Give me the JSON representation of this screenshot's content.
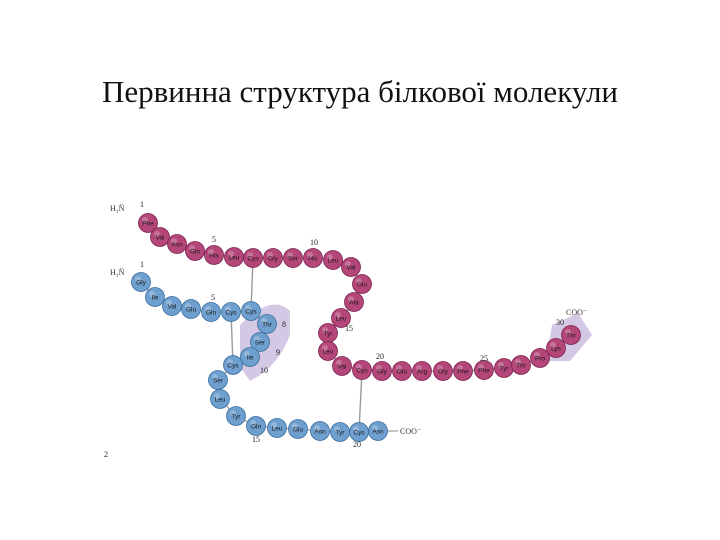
{
  "title": "Первинна структура білкової молекули",
  "colors": {
    "chain_b": "#b5467a",
    "chain_b_stroke": "#7a2350",
    "chain_a": "#6e9fce",
    "chain_a_stroke": "#3a6e9e",
    "bond": "#9a9a9a",
    "highlight": "#cbbfe0"
  },
  "chain_b": {
    "n_terminus": "H₃N̈",
    "c_terminus": "COO⁻",
    "residues": [
      "Phe",
      "Val",
      "Asn",
      "Gln",
      "His",
      "Leu",
      "Cys",
      "Gly",
      "Ser",
      "His",
      "Leu",
      "Val",
      "Glu",
      "Ala",
      "Leu",
      "Tyr",
      "Leu",
      "Val",
      "Cys",
      "Gly",
      "Glu",
      "Arg",
      "Gly",
      "Phe",
      "Phe",
      "Tyr",
      "Thr",
      "Pro",
      "Lys",
      "Thr"
    ],
    "position_numbers": [
      "1",
      "5",
      "10",
      "15",
      "20",
      "25",
      "30"
    ]
  },
  "chain_a": {
    "n_terminus": "H₃N̈",
    "c_terminus": "COO⁻",
    "residues": [
      "Gly",
      "Ile",
      "Val",
      "Glu",
      "Gln",
      "Cys",
      "Cys",
      "Thr",
      "Ser",
      "Ile",
      "Cys",
      "Ser",
      "Leu",
      "Tyr",
      "Gln",
      "Leu",
      "Glu",
      "Asn",
      "Tyr",
      "Cys",
      "Asn"
    ],
    "position_numbers": [
      "1",
      "5",
      "8",
      "9",
      "10",
      "15",
      "20"
    ]
  },
  "footnote": "2"
}
